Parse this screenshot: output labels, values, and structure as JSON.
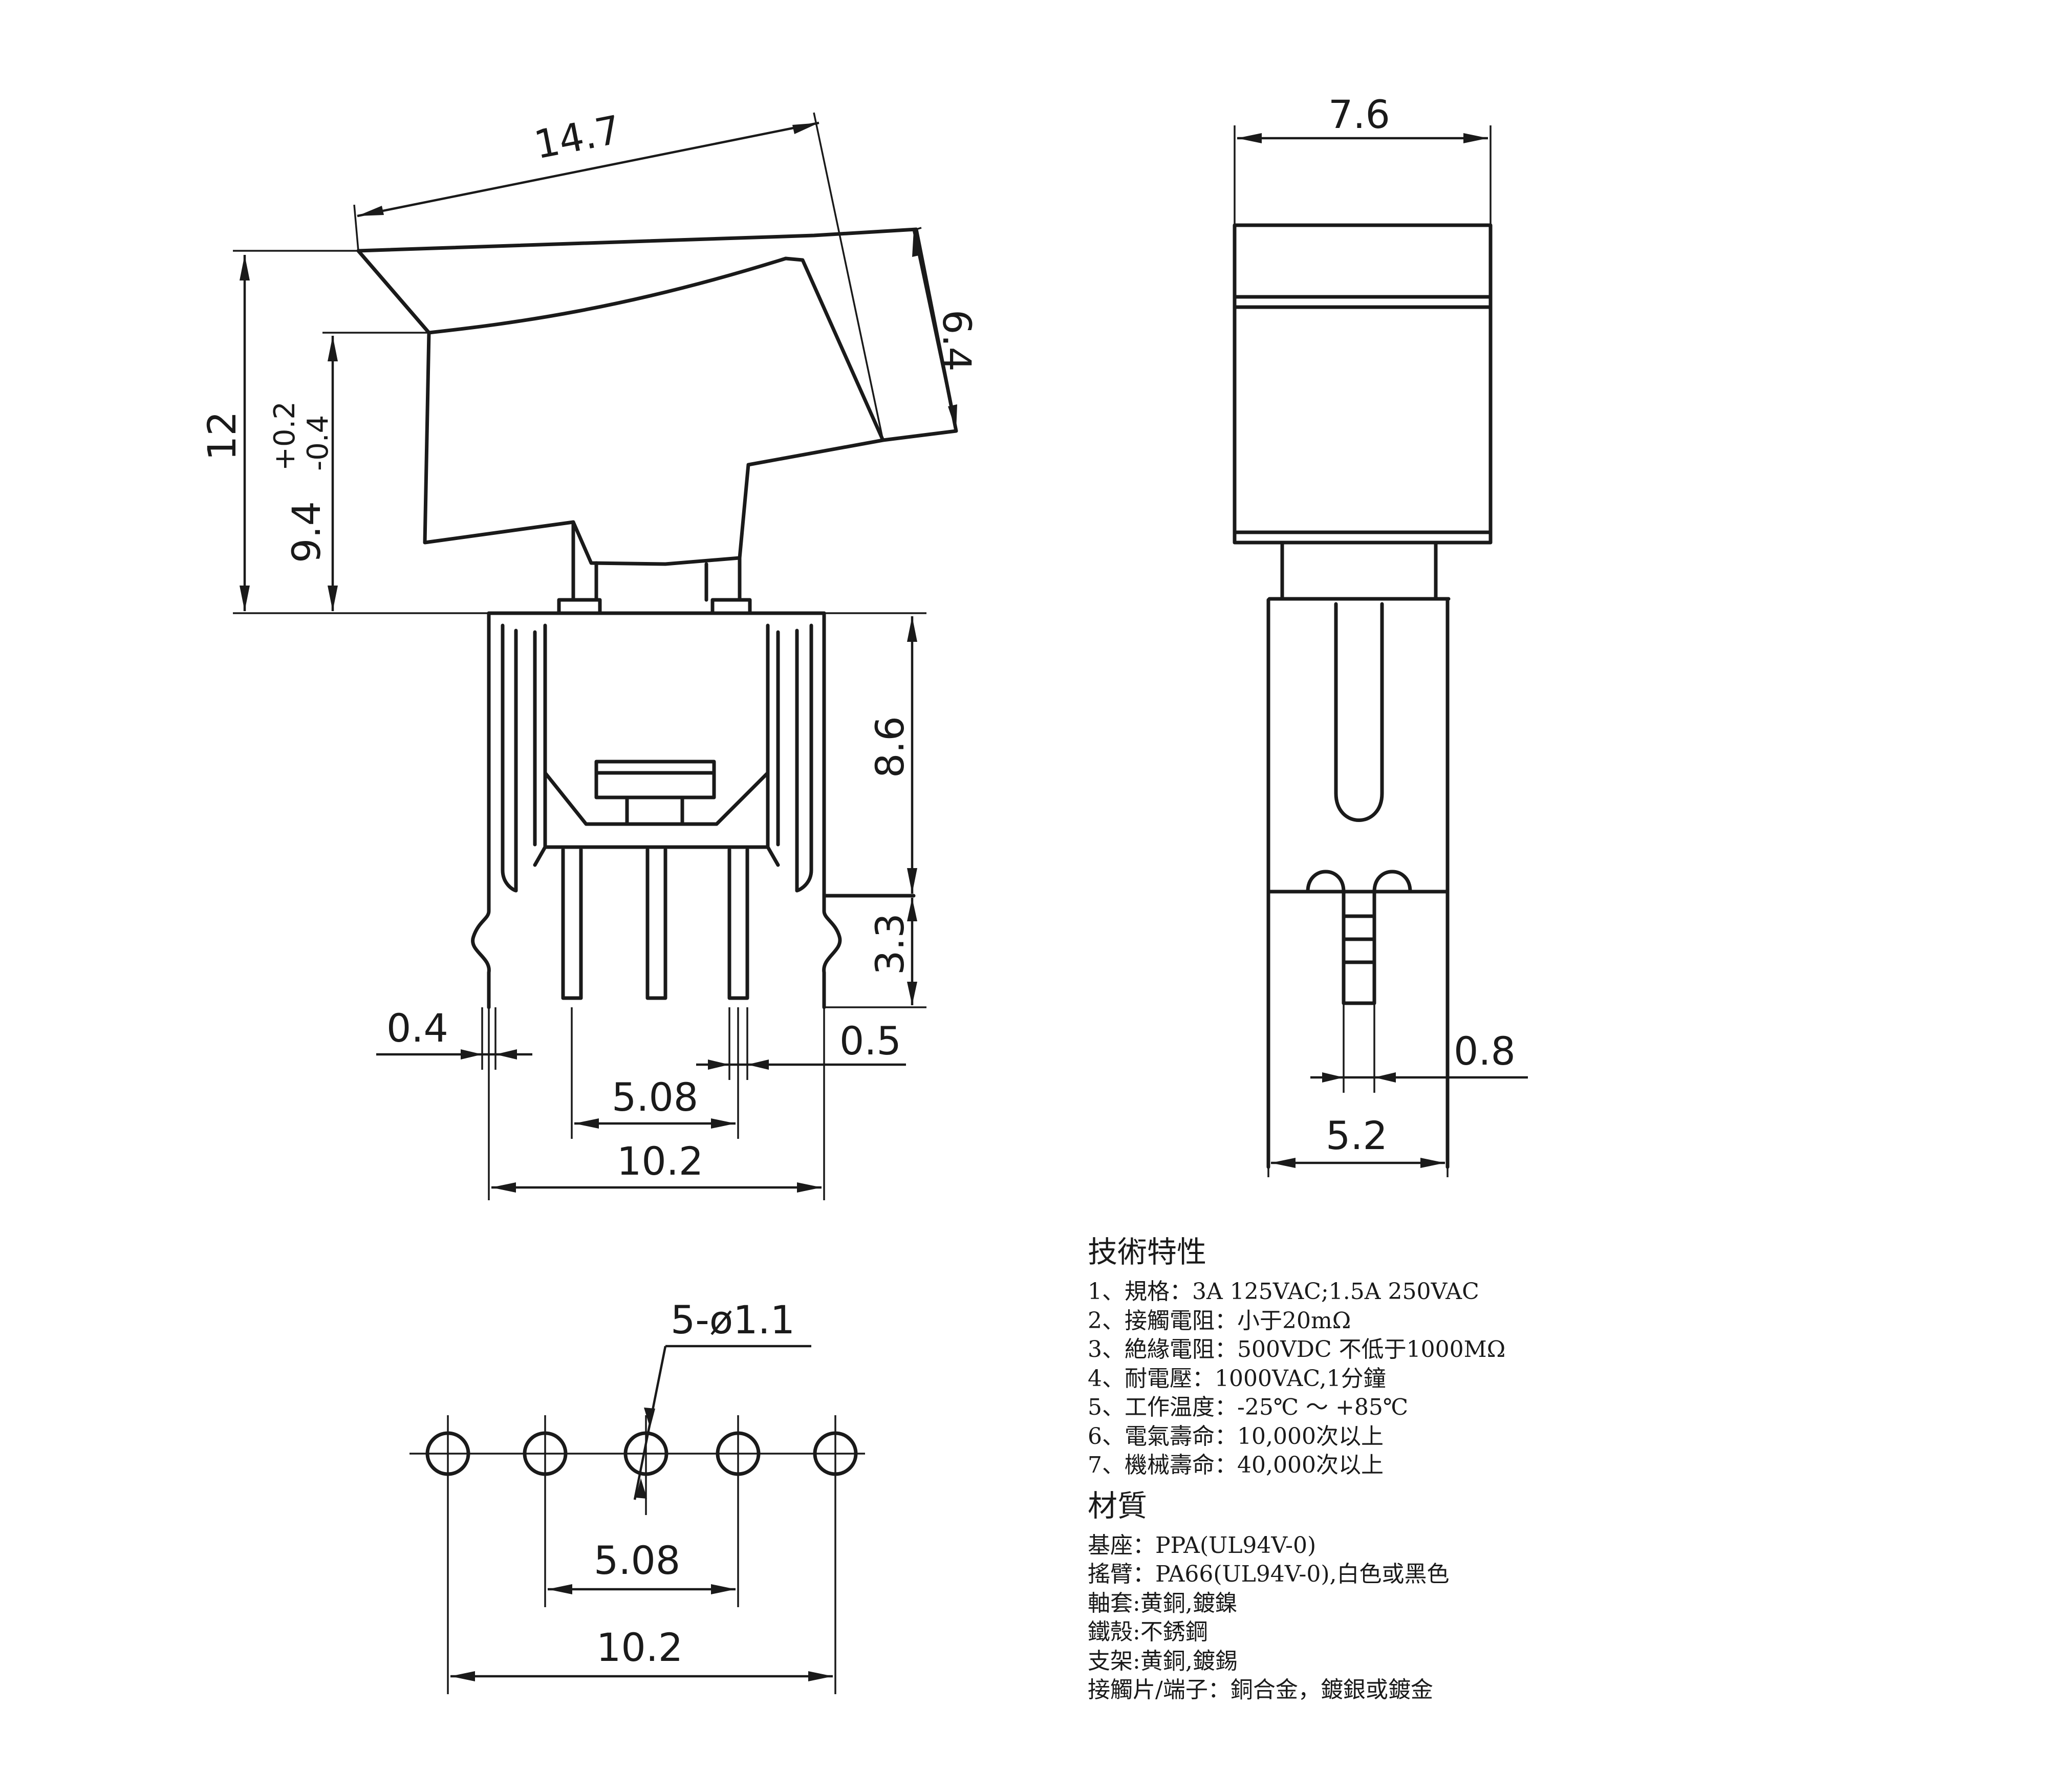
{
  "dimensions": {
    "side_view": {
      "lever_length": "14.7",
      "lever_height": "6.4",
      "total_height": "12",
      "actuator_height_nominal": "9.4",
      "actuator_tol_plus": "+0.2",
      "actuator_tol_minus": "-0.4",
      "body_height": "8.6",
      "terminal_length": "3.3",
      "terminal_width_left": "0.4",
      "terminal_width_right": "0.5",
      "pin_pitch": "5.08",
      "body_width": "10.2"
    },
    "end_view": {
      "rocker_width": "7.6",
      "terminal_thickness": "0.8",
      "base_width": "5.2"
    },
    "footprint": {
      "holes": "5-ø1.1",
      "hole_count": 5,
      "pitch": "5.08",
      "span": "10.2"
    }
  },
  "specs": {
    "title": "技術特性",
    "items": [
      "1、規格：3A 125VAC;1.5A 250VAC",
      "2、接觸電阻：小于20mΩ",
      "3、絶緣電阻：500VDC 不低于1000MΩ",
      "4、耐電壓：1000VAC,1分鐘",
      "5、工作温度：-25℃ ～ +85℃",
      "6、電氣壽命：10,000次以上",
      "7、機械壽命：40,000次以上"
    ]
  },
  "materials": {
    "title": "材質",
    "items": [
      "基座：PPA(UL94V-0)",
      "搖臂：PA66(UL94V-0),白色或黑色",
      "軸套:黄銅,鍍鎳",
      "鐵殼:不銹鋼",
      "支架:黄銅,鍍錫",
      "接觸片/端子：銅合金，鍍銀或鍍金"
    ]
  }
}
